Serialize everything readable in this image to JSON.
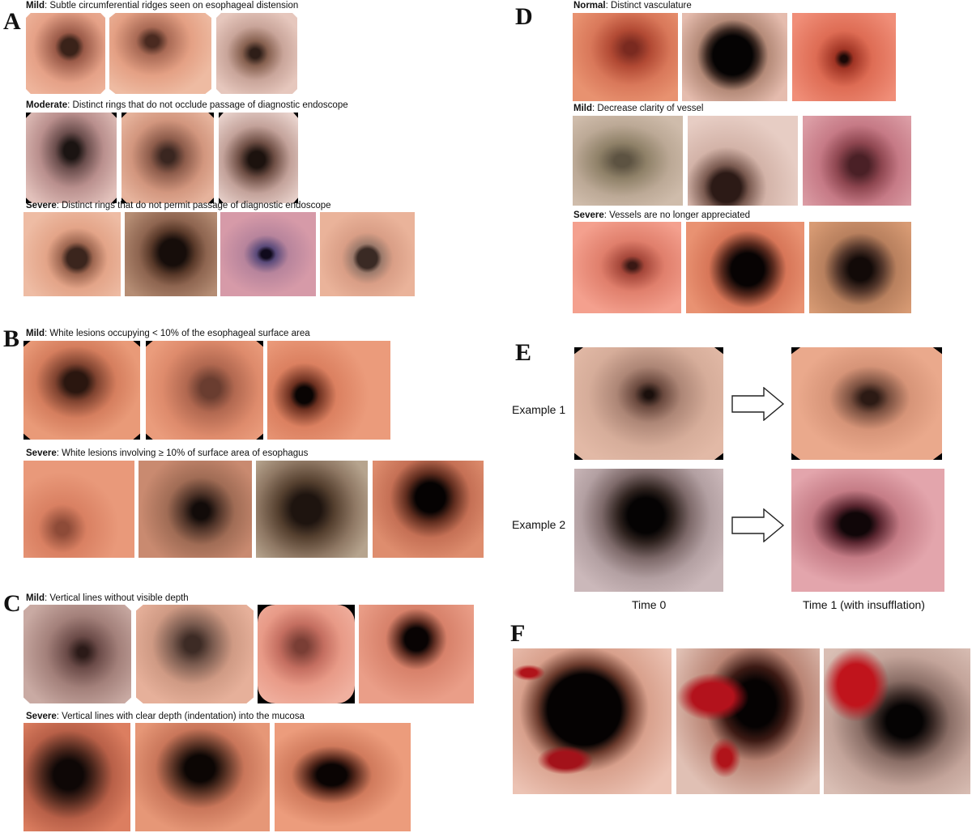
{
  "panels": {
    "A": {
      "letter": "A",
      "rows": [
        {
          "grade": "Mild",
          "text": ": Subtle circumferential ridges seen on esophageal distension"
        },
        {
          "grade": "Moderate",
          "text": ": Distinct rings that do not occlude passage of diagnostic endoscope"
        },
        {
          "grade": "Severe",
          "text": ": Distinct rings that do not permit passage of diagnostic endoscope"
        }
      ]
    },
    "B": {
      "letter": "B",
      "rows": [
        {
          "grade": "Mild",
          "text": ": White lesions occupying < 10% of the esophageal surface area"
        },
        {
          "grade": "Severe",
          "text": ": White lesions involving ≥ 10% of surface area of esophagus"
        }
      ]
    },
    "C": {
      "letter": "C",
      "rows": [
        {
          "grade": "Mild",
          "text": ": Vertical lines without visible depth"
        },
        {
          "grade": "Severe",
          "text": ": Vertical lines with clear depth (indentation) into the mucosa"
        }
      ]
    },
    "D": {
      "letter": "D",
      "rows": [
        {
          "grade": "Normal",
          "text": ": Distinct vasculature"
        },
        {
          "grade": "Mild",
          "text": ": Decrease clarity of vessel"
        },
        {
          "grade": "Severe",
          "text": ": Vessels are no longer appreciated"
        }
      ]
    },
    "E": {
      "letter": "E",
      "example1": "Example 1",
      "example2": "Example 2",
      "time0": "Time 0",
      "time1": "Time 1 (with insufflation)"
    },
    "F": {
      "letter": "F"
    }
  },
  "colors": {
    "mucosa": "#e8977a",
    "mucosa_pale": "#e9c3b8",
    "lumen_dark": "#2a1a14",
    "blood": "#b0141a"
  }
}
